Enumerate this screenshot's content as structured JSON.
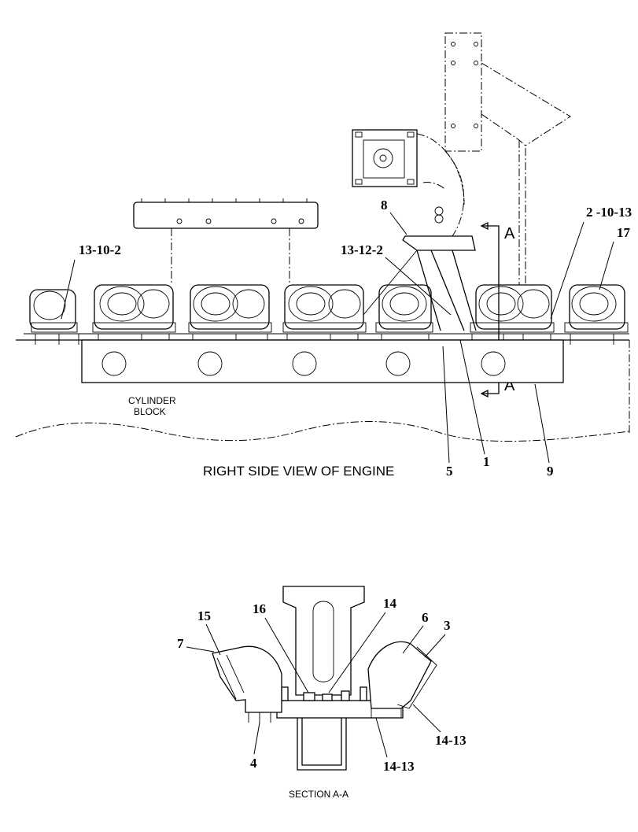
{
  "captions": {
    "main_view": "RIGHT SIDE VIEW OF ENGINE",
    "block": [
      "CYLINDER",
      "BLOCK"
    ],
    "section": "SECTION A-A",
    "section_marker": "A"
  },
  "callouts": {
    "c_13_10_2": "13-10-2",
    "c_8": "8",
    "c_13_12_2": "13-12-2",
    "c_2_10_13": "2 -10-13",
    "c_17": "17",
    "c_5": "5",
    "c_1": "1",
    "c_9": "9",
    "c_15": "15",
    "c_7": "7",
    "c_16": "16",
    "c_14": "14",
    "c_6": "6",
    "c_3": "3",
    "c_14_13_a": "14-13",
    "c_14_13_b": "14-13",
    "c_4": "4"
  }
}
